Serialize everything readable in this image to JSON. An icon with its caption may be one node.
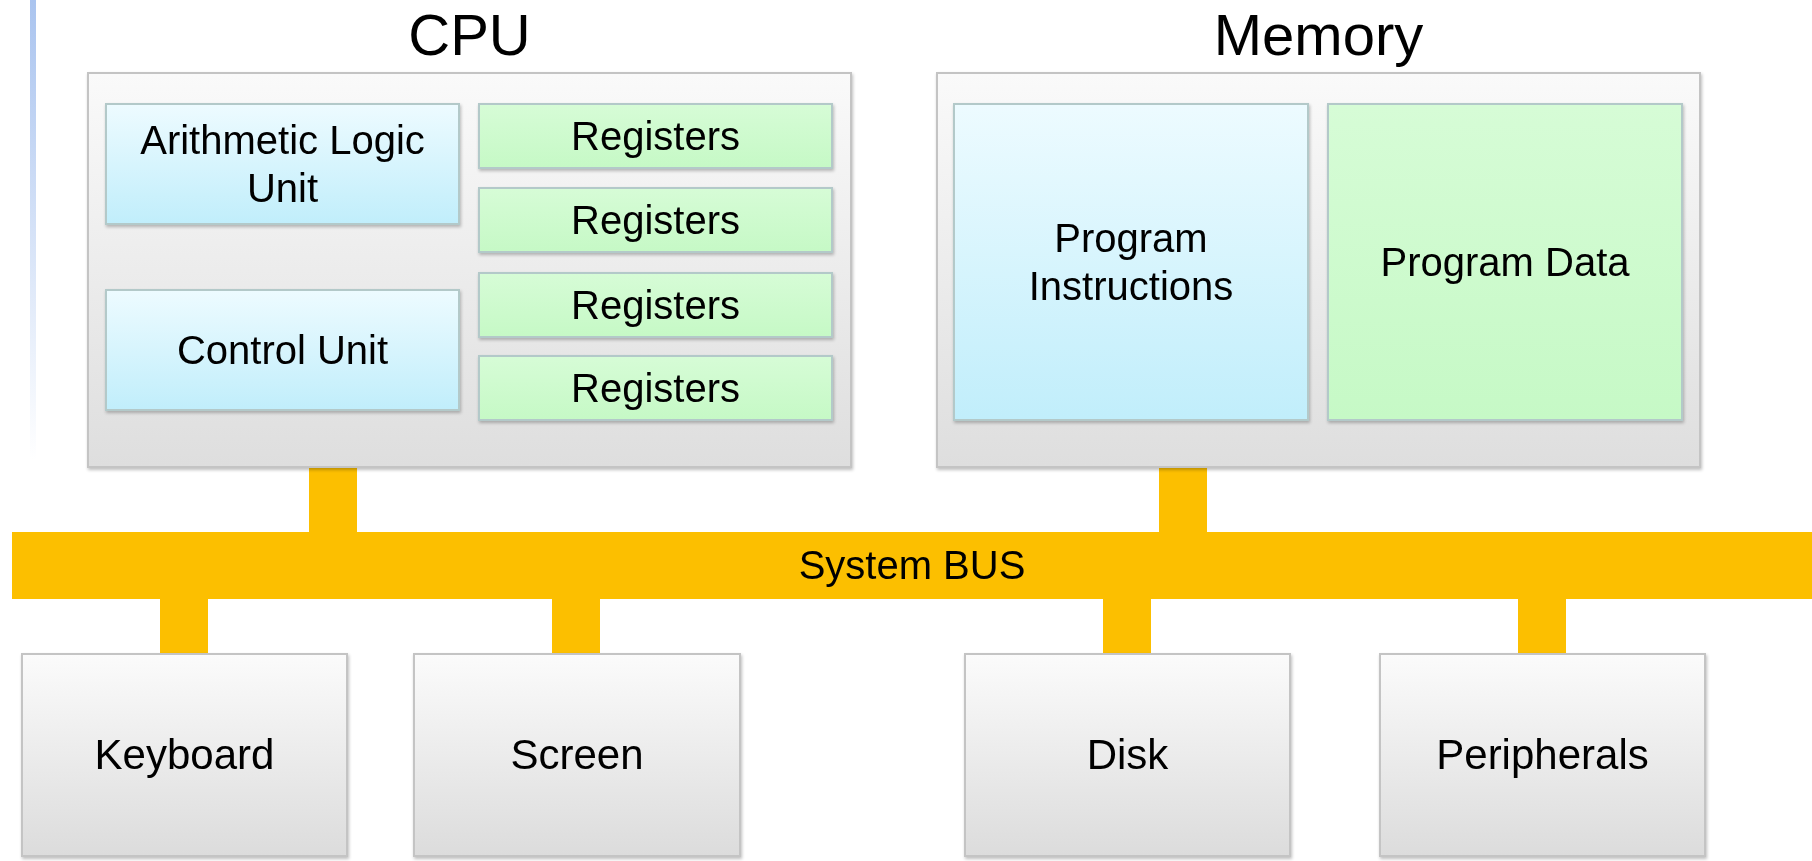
{
  "diagram": {
    "nodes": [
      {
        "text": [
          "CPU"
        ]
      },
      {
        "text": [
          "Arithmetic Logic Unit"
        ],
        "in": 0
      },
      {
        "text": [
          "Registers"
        ],
        "in": 0
      },
      {
        "text": [
          "Registers"
        ],
        "in": 0
      },
      {
        "text": [
          "Control Unit"
        ],
        "in": 0
      },
      {
        "text": [
          "Registers"
        ],
        "in": 0
      },
      {
        "text": [
          "Registers"
        ],
        "in": 0
      },
      {
        "text": [
          "Memory"
        ]
      },
      {
        "text": [
          "Program Instructions"
        ],
        "in": 7
      },
      {
        "text": [
          "Program Data"
        ],
        "in": 7
      },
      {
        "text": [
          "System BUS"
        ]
      },
      {
        "text": [
          "Keyboard"
        ]
      },
      {
        "text": [
          "Screen"
        ]
      },
      {
        "text": [
          "Disk"
        ]
      },
      {
        "text": [
          "Peripherals"
        ]
      }
    ],
    "edges": [
      {
        "from": 0,
        "to": 10,
        "arrow": "none"
      },
      {
        "from": 7,
        "to": 10,
        "arrow": "none"
      },
      {
        "from": 10,
        "to": 11,
        "arrow": "none"
      },
      {
        "from": 10,
        "to": 12,
        "arrow": "none"
      },
      {
        "from": 10,
        "to": 13,
        "arrow": "none"
      },
      {
        "from": 10,
        "to": 14,
        "arrow": "none"
      }
    ]
  }
}
